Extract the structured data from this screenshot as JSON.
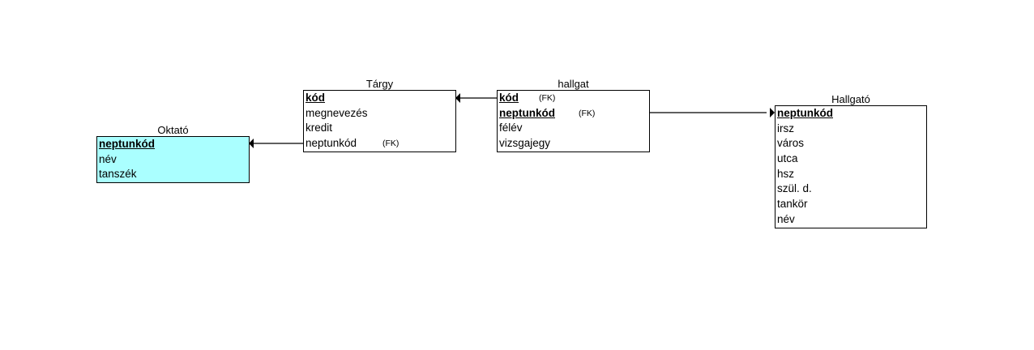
{
  "colors": {
    "line": "#000000",
    "highlight_fill": "#aaffff",
    "box_fill": "#ffffff"
  },
  "entities": {
    "oktato": {
      "title": "Oktató",
      "fields": [
        "neptunkód",
        "név",
        "tanszék"
      ]
    },
    "targy": {
      "title": "Tárgy",
      "fields": [
        "kód",
        "megnevezés",
        "kredit",
        "neptunkód"
      ],
      "fk_label": "(FK)"
    },
    "hallgat": {
      "title": "hallgat",
      "fields": [
        "kód",
        "neptunkód",
        "félév",
        "vizsgajegy"
      ],
      "fk_label": "(FK)"
    },
    "hallgato": {
      "title": "Hallgató",
      "fields": [
        "neptunkód",
        "irsz",
        "város",
        "utca",
        "hsz",
        "szül. d.",
        "tankör",
        "név"
      ]
    }
  },
  "relations": [
    {
      "from": "targy.neptunkód",
      "to": "oktato"
    },
    {
      "from": "hallgat.kód",
      "to": "targy"
    },
    {
      "from": "hallgat.neptunkód",
      "to": "hallgato"
    }
  ]
}
